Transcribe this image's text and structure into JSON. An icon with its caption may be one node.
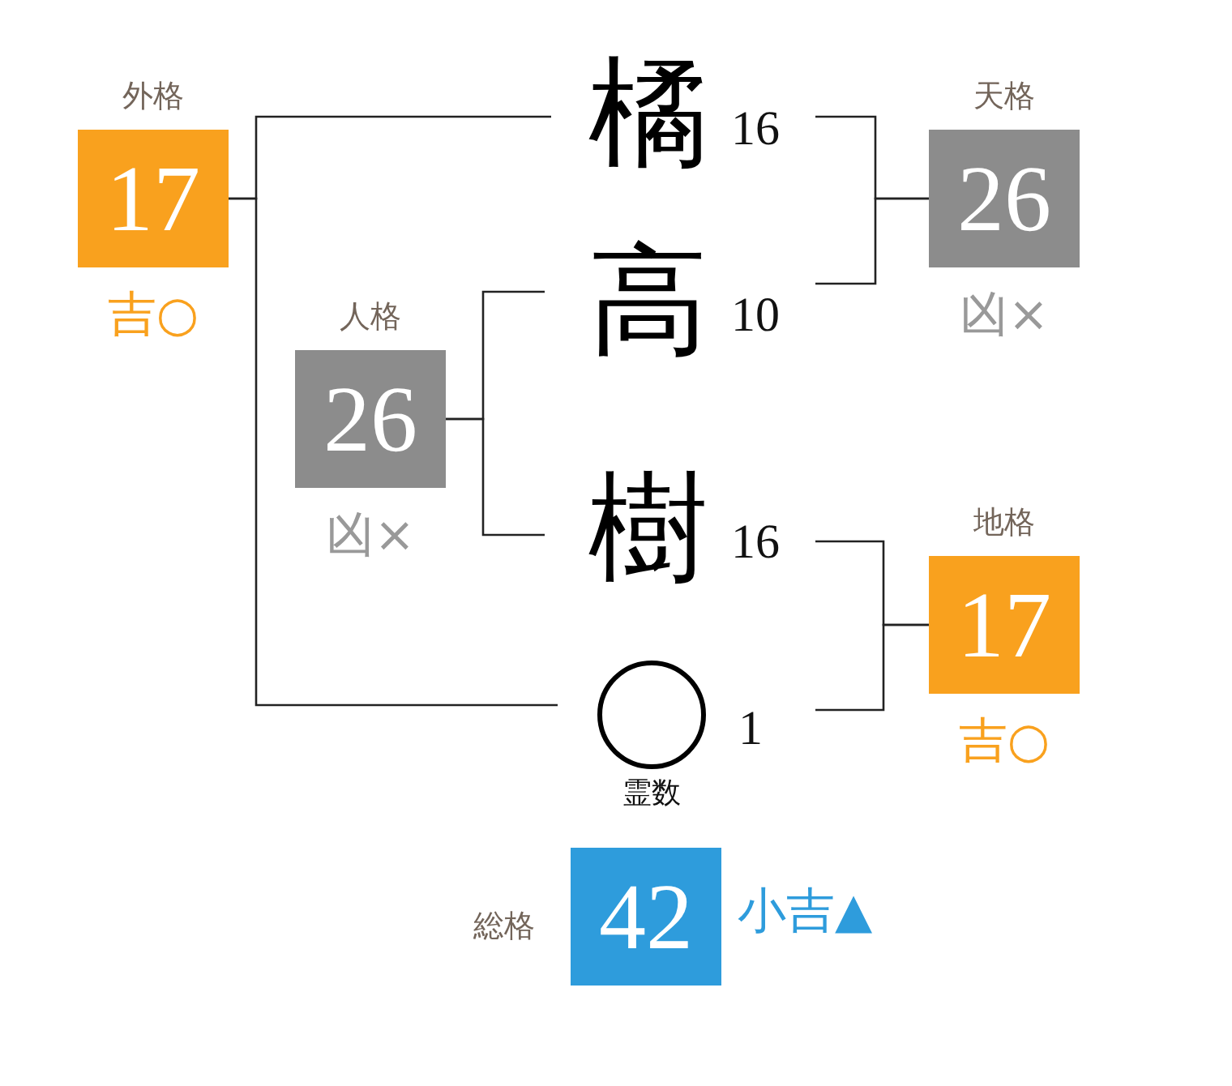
{
  "diagram": {
    "nodes": [
      {
        "text": [
          "外格",
          "17"
        ],
        "beside": [
          "吉○"
        ]
      },
      {
        "text": [
          "橘"
        ],
        "beside": [
          "16"
        ]
      },
      {
        "text": [
          "天格",
          "26"
        ],
        "beside": [
          "凶×"
        ]
      },
      {
        "text": [
          "人格",
          "26"
        ],
        "beside": [
          "凶×"
        ]
      },
      {
        "text": [
          "高"
        ],
        "beside": [
          "10"
        ]
      },
      {
        "text": [
          "樹"
        ],
        "beside": [
          "16"
        ]
      },
      {
        "text": [
          "地格",
          "17"
        ],
        "beside": [
          "吉○"
        ]
      },
      {
        "text": [],
        "shape": "circle",
        "beside": [
          "1",
          "霊数"
        ]
      },
      {
        "text": [
          "総格",
          "42"
        ],
        "beside": [
          "小吉▲"
        ]
      }
    ],
    "edges": [
      {
        "from": 1,
        "to": 0,
        "arrow": "none"
      },
      {
        "from": 7,
        "to": 0,
        "arrow": "none"
      },
      {
        "from": 1,
        "to": 2,
        "arrow": "none"
      },
      {
        "from": 4,
        "to": 2,
        "arrow": "none"
      },
      {
        "from": 4,
        "to": 3,
        "arrow": "none"
      },
      {
        "from": 5,
        "to": 3,
        "arrow": "none"
      },
      {
        "from": 5,
        "to": 6,
        "arrow": "none"
      },
      {
        "from": 7,
        "to": 6,
        "arrow": "none"
      }
    ]
  }
}
